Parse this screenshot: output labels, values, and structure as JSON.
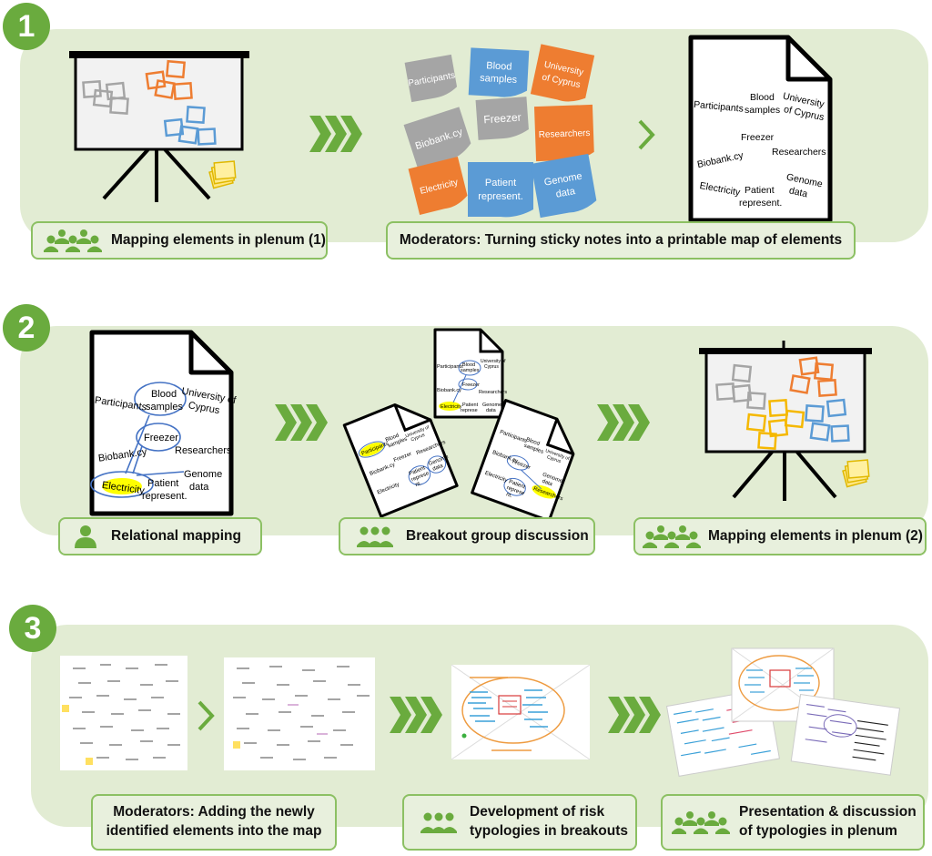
{
  "colors": {
    "accent_green": "#6aab3e",
    "panel_bg": "#e2ecd3",
    "orange": "#ee7d31",
    "blue": "#5b9bd5",
    "grey": "#a5a5a5",
    "yellow": "#ffd83a"
  },
  "steps": {
    "one": {
      "number": "1",
      "label_plenum": "Mapping elements in plenum (1)",
      "label_moderators": "Moderators: Turning sticky notes into a printable map of elements"
    },
    "two": {
      "number": "2",
      "label_relational": "Relational mapping",
      "label_breakout": "Breakout group discussion",
      "label_plenum": "Mapping elements in plenum (2)"
    },
    "three": {
      "number": "3",
      "label_moderators_line1": "Moderators: Adding the newly",
      "label_moderators_line2": "identified elements into the map",
      "label_development_line1": "Development of risk",
      "label_development_line2": "typologies in breakouts",
      "label_presentation_line1": "Presentation & discussion",
      "label_presentation_line2": "of typologies in plenum"
    }
  },
  "stickies": {
    "participants": "Participants",
    "blood_line1": "Blood",
    "blood_line2": "samples",
    "univ_line1": "University",
    "univ_line2": "of Cyprus",
    "freezer": "Freezer",
    "biobank": "Biobank.cy",
    "researchers": "Researchers",
    "electricity": "Electricity",
    "patient_line1": "Patient",
    "patient_line2": "represent.",
    "genome_line1": "Genome",
    "genome_line2": "data"
  },
  "map_doc": {
    "participants": "Participants",
    "blood_line1": "Blood",
    "blood_line2": "samples",
    "univ_line1": "University of",
    "univ_line2": "Cyprus",
    "freezer": "Freezer",
    "biobank": "Biobank.cy",
    "researchers": "Researchers",
    "electricity": "Electricity",
    "patient_line1": "Patient",
    "patient_line2": "represent.",
    "genome_line1": "Genome",
    "genome_line2": "data"
  },
  "mini_doc": {
    "participants": "Participants",
    "blood_line1": "Blood",
    "blood_line2": "samples",
    "univ_line1": "University of",
    "univ_line2": "Cyprus",
    "freezer": "Freezer",
    "biobank": "Biobank.cy",
    "researchers": "Researchers",
    "electricity": "Electricity",
    "patient_line1": "Patient",
    "patient_line2": "represe",
    "patient_line3": "nt.",
    "genome_line1": "Genome",
    "genome_line2": "data"
  },
  "icons": {
    "group": "people-group-icon",
    "person": "person-icon",
    "chevron": "chevron-right-icon",
    "triple_chevron": "triple-chevron-icon"
  }
}
